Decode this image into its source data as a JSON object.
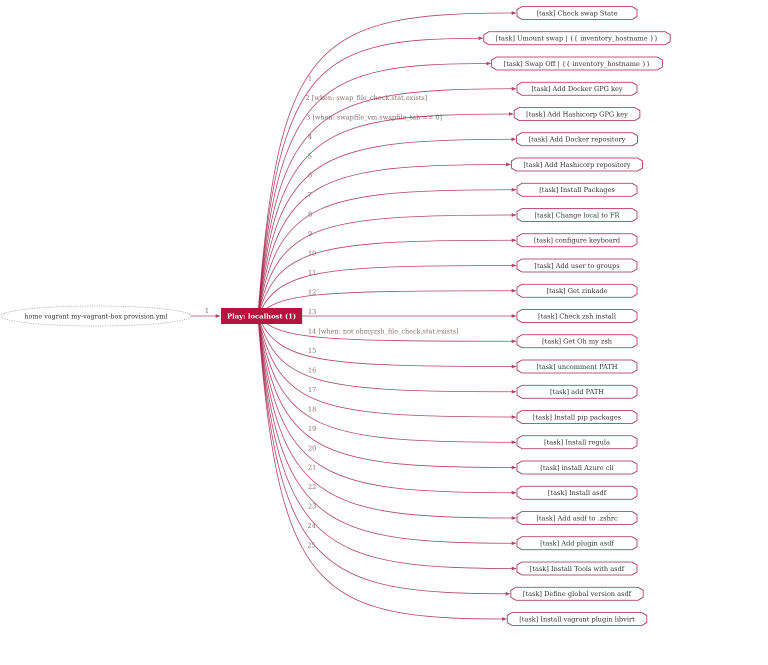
{
  "playbook": {
    "label": "home vagrant my-vagrant-box provision.yml"
  },
  "play": {
    "label": "Play: localhost (1)",
    "edge_label": "1"
  },
  "colors": {
    "accent": "#b5143f",
    "edge": "#a4264a",
    "playbook_border": "#a0a0a0"
  },
  "tasks": [
    {
      "label": "[task] Check swap State",
      "edge_label": "1"
    },
    {
      "label": "[task] Umount swap | {{ inventory_hostname }}",
      "edge_label": "2 [when: swap_file_check.stat.exists]"
    },
    {
      "label": "[task] Swap Off | {{ inventory_hostname }}",
      "edge_label": "3 [when: swapfile_vm.swapfile_tab == 0]"
    },
    {
      "label": "[task] Add Docker GPG key",
      "edge_label": "4"
    },
    {
      "label": "[task] Add Hashicorp GPG key",
      "edge_label": "5"
    },
    {
      "label": "[task] Add Docker repository",
      "edge_label": "6"
    },
    {
      "label": "[task] Add Hashicorp repository",
      "edge_label": "7"
    },
    {
      "label": "[task] Install Packages",
      "edge_label": "8"
    },
    {
      "label": "[task] Change local to FR",
      "edge_label": "9"
    },
    {
      "label": "[task] configure keyboard",
      "edge_label": "10"
    },
    {
      "label": "[task] Add user to groups",
      "edge_label": "11"
    },
    {
      "label": "[task] Get zinkade",
      "edge_label": "12"
    },
    {
      "label": "[task] Check zsh install",
      "edge_label": "13"
    },
    {
      "label": "[task] Get Oh my zsh",
      "edge_label": "14 [when: not ohmyzsh_file_check.stat.exists]"
    },
    {
      "label": "[task] uncomment PATH",
      "edge_label": "15"
    },
    {
      "label": "[task] add PATH",
      "edge_label": "16"
    },
    {
      "label": "[task] Install pip packages",
      "edge_label": "17"
    },
    {
      "label": "[task] Install regula",
      "edge_label": "18"
    },
    {
      "label": "[task] install Azure cli",
      "edge_label": "19"
    },
    {
      "label": "[task] Install asdf",
      "edge_label": "20"
    },
    {
      "label": "[task] Add asdf to .zshrc",
      "edge_label": "21"
    },
    {
      "label": "[task] Add plugin asdf",
      "edge_label": "22"
    },
    {
      "label": "[task] Install Tools with asdf",
      "edge_label": "23"
    },
    {
      "label": "[task] Define global version asdf",
      "edge_label": "24"
    },
    {
      "label": "[task] Install vagrant plugin libvirt",
      "edge_label": "25"
    }
  ]
}
